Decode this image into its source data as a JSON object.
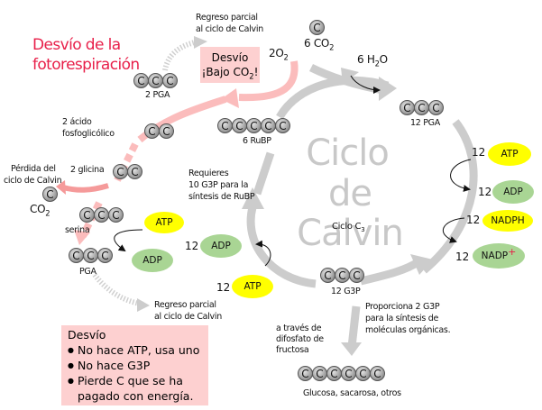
{
  "title": "Desvío de la fotorespiración",
  "center_title": [
    "Ciclo",
    "de Calvin"
  ],
  "cycle_type": {
    "text": "Ciclo C",
    "sub": "3"
  },
  "colors": {
    "pink": "#fdd0d0",
    "red": "#e8204a",
    "yellow": "#ffff00",
    "green": "#a9d594",
    "gray_arrow": "#cccccc"
  },
  "top_desvio": {
    "line1": "Desvío",
    "line2_prefix": "¡Bajo CO",
    "line2_sub": "2",
    "line2_suffix": "!"
  },
  "oxygen": {
    "prefix": "2O",
    "sub": "2"
  },
  "co2_in": {
    "atom": "C",
    "prefix": "6 CO",
    "sub": "2"
  },
  "water": {
    "prefix": "6 H",
    "sub": "2",
    "suffix": "O"
  },
  "molecules": {
    "pga_2": {
      "label": "2 PGA",
      "atoms": [
        "C",
        "C",
        "C"
      ]
    },
    "rubp": {
      "label": "6 RuBP",
      "atoms": [
        "C",
        "C",
        "C",
        "C",
        "C"
      ]
    },
    "pga_12": {
      "label": "12 PGA",
      "atoms": [
        "C",
        "C",
        "C"
      ]
    },
    "g3p_12": {
      "label": "12 G3P",
      "atoms": [
        "C",
        "C",
        "C"
      ]
    },
    "glucose": {
      "label": "Glucosa, sacarosa, otros",
      "atoms": [
        "C",
        "C",
        "C",
        "C",
        "C",
        "C"
      ]
    },
    "phosphoglycolic": {
      "label": "2 ácido fosfoglicólico",
      "label_lines": [
        "2 ácido",
        "fosfoglicólico"
      ],
      "atoms": [
        "C",
        "C"
      ]
    },
    "glycine": {
      "label": "2 glicina",
      "atoms": [
        "C",
        "C"
      ]
    },
    "serine": {
      "label": "serina",
      "atoms": [
        "C",
        "C",
        "C"
      ]
    },
    "pga_side": {
      "label": "PGA",
      "atoms": [
        "C",
        "C",
        "C"
      ]
    },
    "co2_lost": {
      "atom": "C",
      "prefix": "CO",
      "sub": "2"
    }
  },
  "labels": {
    "regreso_top": [
      "Regreso parcial",
      "al ciclo de Calvin"
    ],
    "regreso_bottom": [
      "Regreso parcial",
      "al ciclo de Calvin"
    ],
    "perdida": [
      "Pérdida del",
      "ciclo de Calvin"
    ],
    "requieres": [
      "Requieres",
      "10 G3P para la",
      "síntesis de RuBP"
    ],
    "proporciona": [
      "Proporciona 2 G3P",
      "para la síntesis de",
      "moléculas orgánicas."
    ],
    "a_traves": [
      "a través de",
      "difosfato de",
      "fructosa"
    ]
  },
  "energy": {
    "right": [
      {
        "count": "12",
        "name": "ATP",
        "color": "yellow"
      },
      {
        "count": "12",
        "name": "ADP",
        "color": "green"
      },
      {
        "count": "12",
        "name": "NADPH",
        "color": "yellow"
      },
      {
        "count": "12",
        "name": "NADP",
        "sup": "+",
        "color": "green"
      }
    ],
    "left_cycle": [
      {
        "count": "12",
        "name": "ADP",
        "color": "green"
      },
      {
        "count": "12",
        "name": "ATP",
        "color": "yellow"
      }
    ],
    "side": [
      {
        "name": "ATP",
        "color": "yellow"
      },
      {
        "name": "ADP",
        "color": "green"
      }
    ]
  },
  "desvio_box": {
    "title": "Desvío",
    "bullets": [
      "No hace ATP,  usa uno",
      "No hace G3P",
      "Pierde C que se ha",
      "pagado con energía."
    ]
  }
}
